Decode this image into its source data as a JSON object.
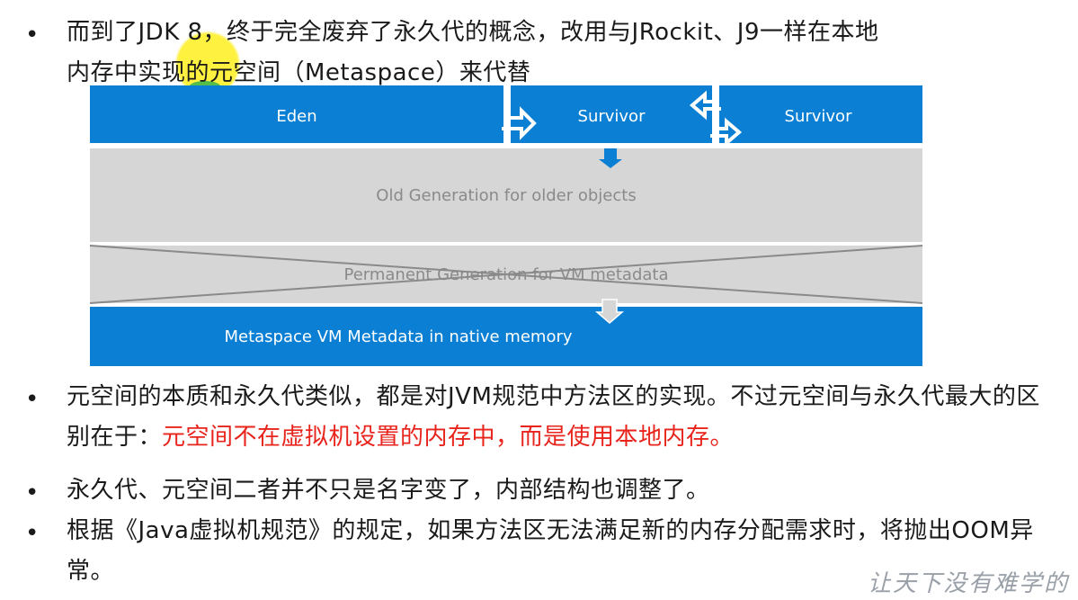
{
  "bullets": [
    {
      "lines": [
        "而到了JDK 8，终于完全废弃了永久代的概念，改用与JRockit、J9一样在本地",
        "内存中实现的元空间（Metaspace）来代替"
      ]
    },
    {
      "text": "元空间的本质和永久代类似，都是对JVM规范中方法区的实现。不过元空间与永久代最大的区别在于：",
      "red": "元空间不在虚拟机设置的内存中，而是使用本地内存。"
    },
    {
      "text": "永久代、元空间二者并不只是名字变了，内部结构也调整了。"
    },
    {
      "text": "根据《Java虚拟机规范》的规定，如果方法区无法满足新的内存分配需求时，将抛出OOM异常。"
    }
  ],
  "diagram": {
    "eden": "Eden",
    "survivor1": "Survivor",
    "survivor2": "Survivor",
    "old_gen": "Old Generation for older objects",
    "perm_gen": "Permanent Generation for VM metadata",
    "metaspace": "Metaspace VM Metadata in native memory",
    "colors": {
      "blue": "#0a7fd4",
      "gray": "#d6d6d6",
      "text_light": "#ffffff",
      "text_gray": "#8a8a8a"
    }
  },
  "watermark": "让天下没有难学的"
}
